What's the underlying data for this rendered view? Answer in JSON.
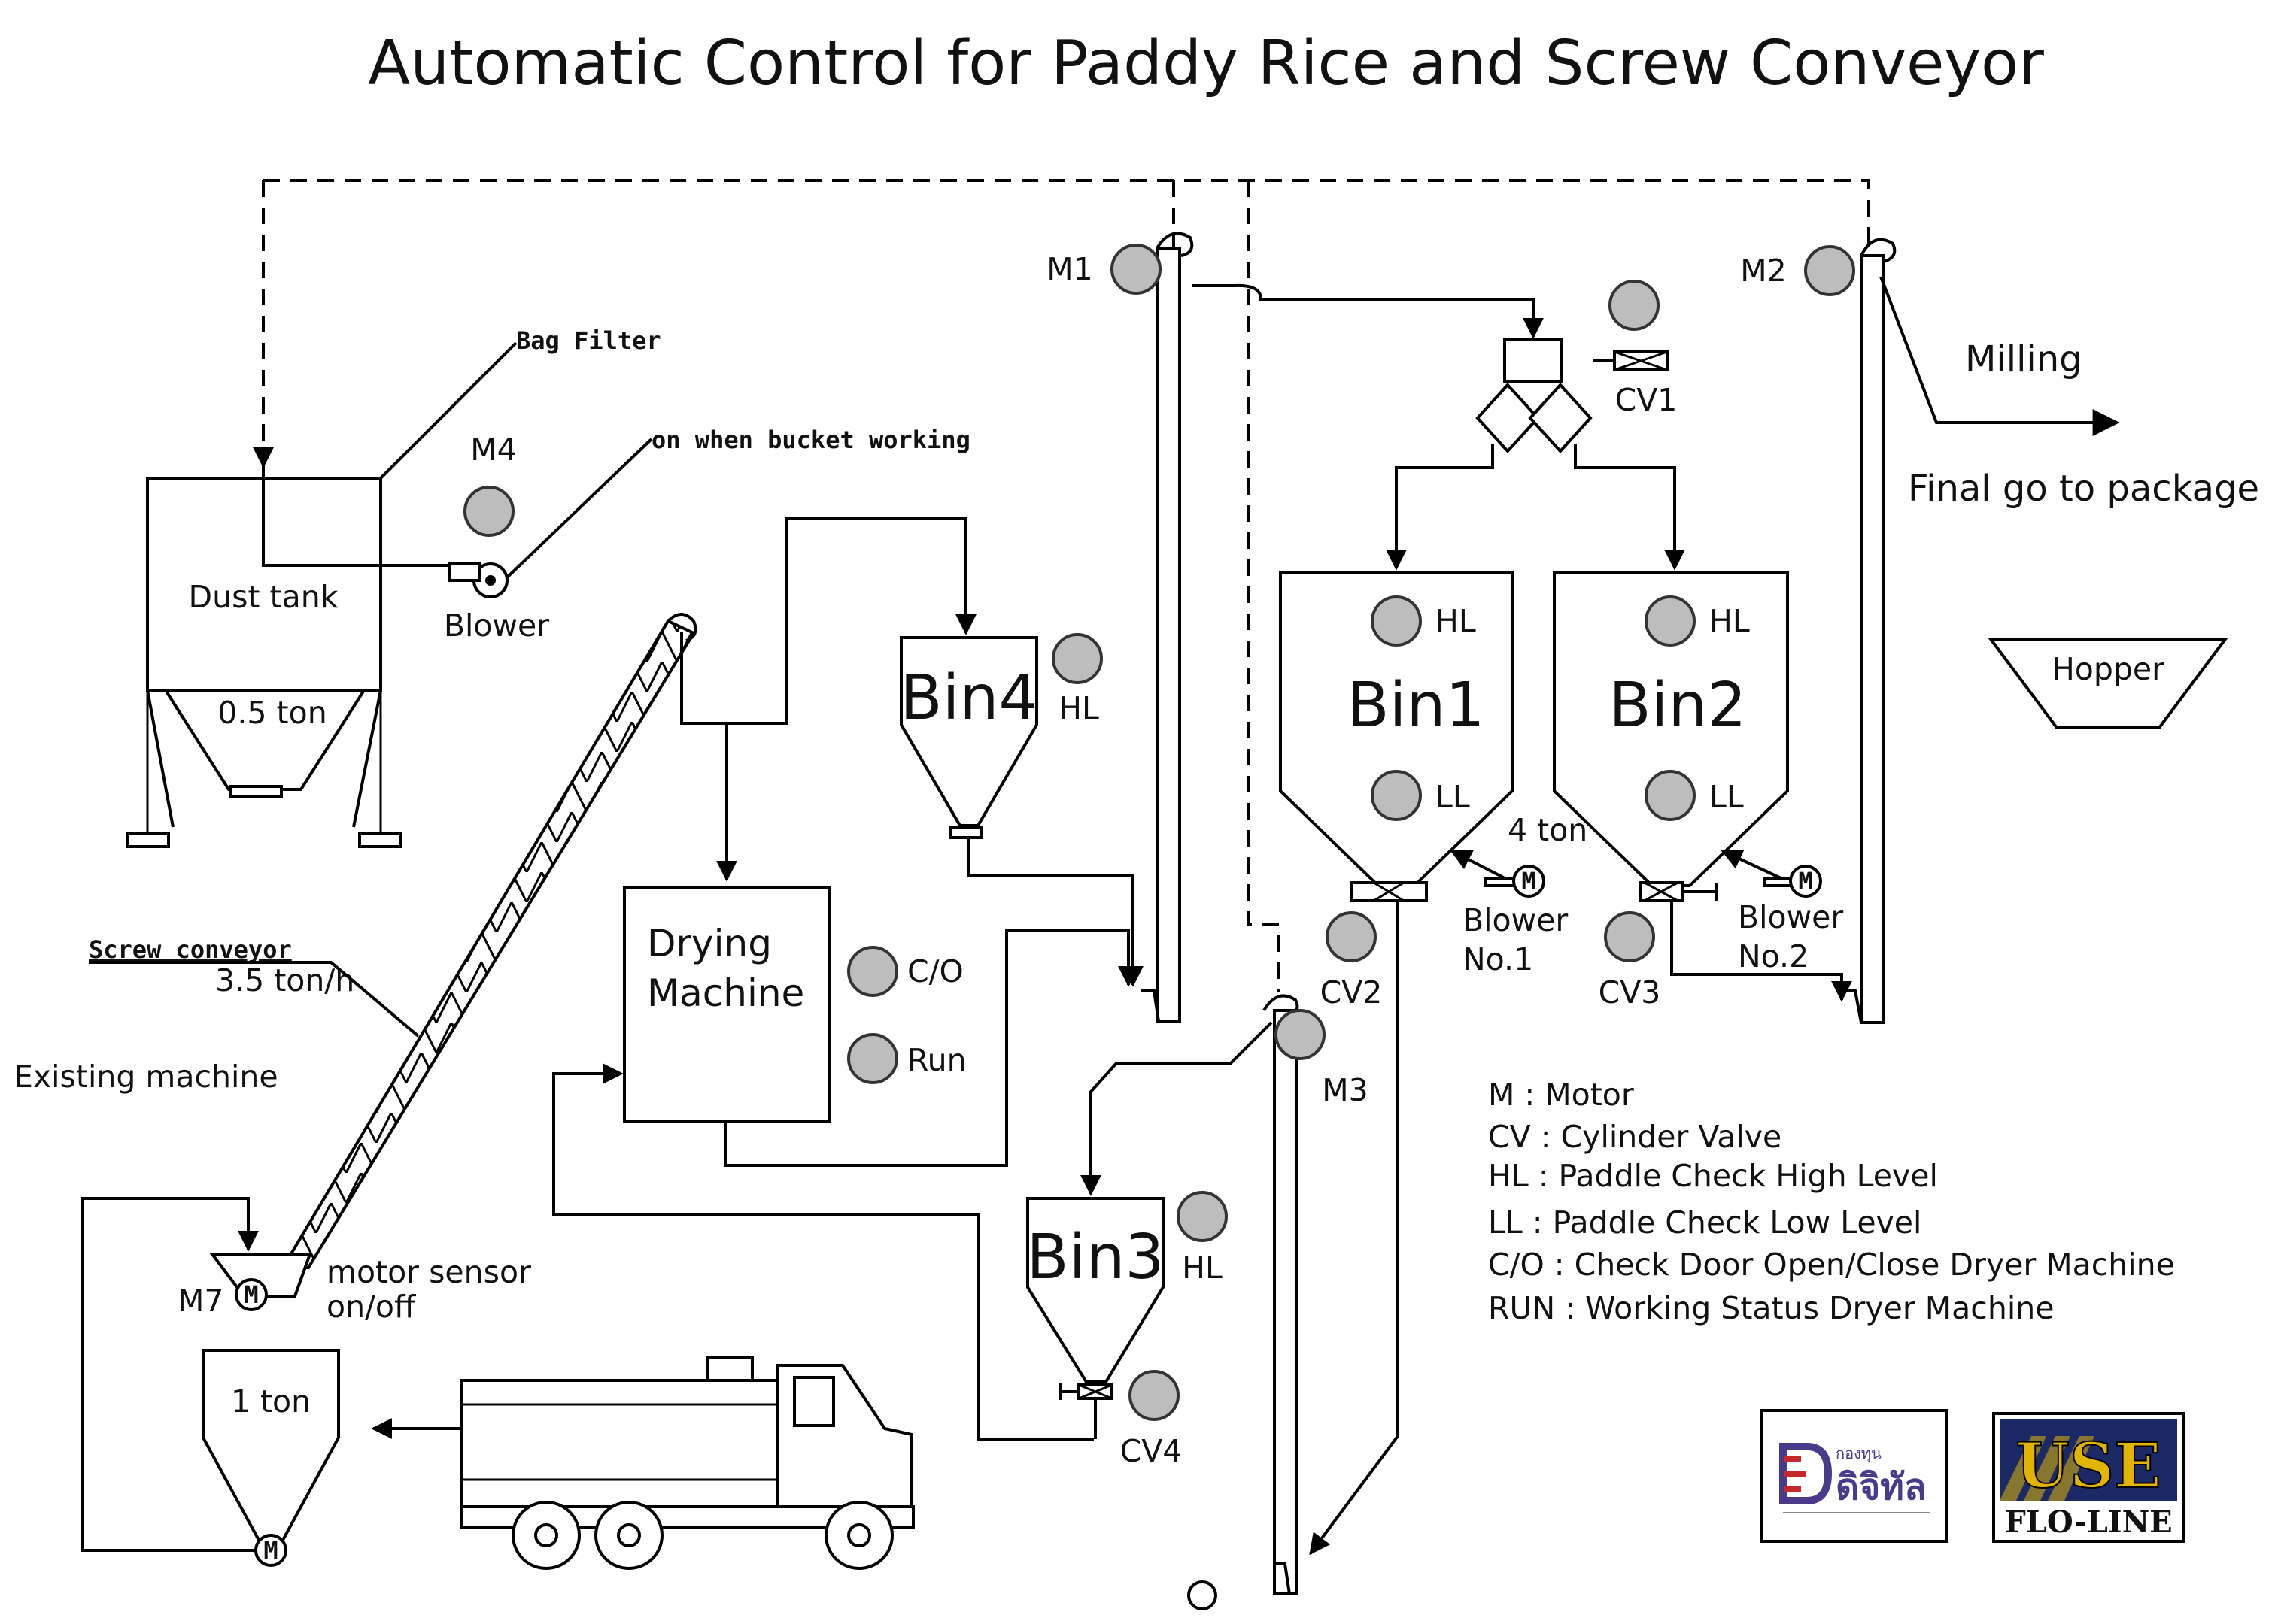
{
  "title": "Automatic Control for Paddy Rice and Screw Conveyor",
  "labels": {
    "bag_filter": "Bag Filter",
    "on_when_bucket": "on when bucket working",
    "dust_tank": "Dust tank",
    "dust_tank_capacity": "0.5 ton",
    "blower": "Blower",
    "screw_conveyor": "Screw conveyor",
    "screw_rate": "3.5 ton/h",
    "existing_machine": "Existing machine",
    "motor_sensor_1": "motor sensor",
    "motor_sensor_2": "on/off",
    "one_ton": "1 ton",
    "drying_1": "Drying",
    "drying_2": "Machine",
    "co": "C/O",
    "run": "Run",
    "milling": "Milling",
    "final_package": "Final go to package",
    "hopper": "Hopper",
    "four_ton": "4 ton",
    "blower1_a": "Blower",
    "blower1_b": "No.1",
    "blower2_a": "Blower",
    "blower2_b": "No.2",
    "motor_glyph": "M"
  },
  "motors": {
    "m1": "M1",
    "m2": "M2",
    "m3": "M3",
    "m4": "M4",
    "m7": "M7"
  },
  "valves": {
    "cv1": "CV1",
    "cv2": "CV2",
    "cv3": "CV3",
    "cv4": "CV4"
  },
  "bins": {
    "bin1": {
      "name": "Bin1",
      "hl": "HL",
      "ll": "LL"
    },
    "bin2": {
      "name": "Bin2",
      "hl": "HL",
      "ll": "LL"
    },
    "bin3": {
      "name": "Bin3",
      "hl": "HL"
    },
    "bin4": {
      "name": "Bin4",
      "hl": "HL"
    }
  },
  "legend": [
    "M : Motor",
    "CV : Cylinder Valve",
    "HL : Paddle Check High Level",
    "LL : Paddle Check Low Level",
    "C/O : Check Door Open/Close Dryer Machine",
    "RUN : Working Status Dryer Machine"
  ],
  "logos": {
    "left_small": "กองทุน",
    "left_main": "ดิจิทัล",
    "right_top": "USE",
    "right_bottom": "FLO-LINE"
  },
  "colors": {
    "lamp": "#bdbdbd",
    "logo_red": "#c62828",
    "logo_purple": "#4a3a8c",
    "logo_gold": "#e2b400",
    "logo_navy": "#1b2a66"
  }
}
